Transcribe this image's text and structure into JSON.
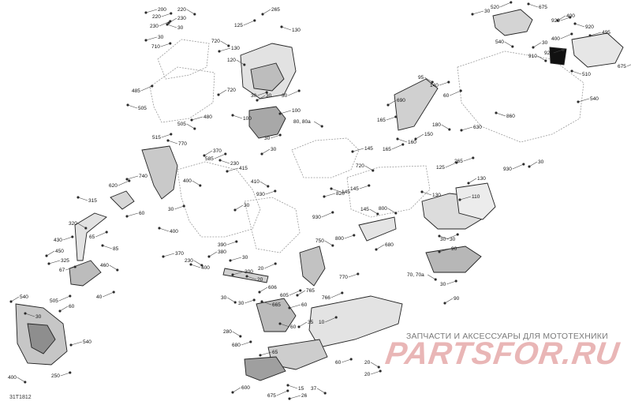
{
  "diagram": {
    "code": "31T1812",
    "watermark_caption": "ЗАПЧАСТИ И АКСЕССУАРЫ ДЛЯ МОТОТЕХНИКИ",
    "watermark_brand": "PARTSFOR.RU",
    "callouts": [
      {
        "label": "200"
      },
      {
        "label": "220"
      },
      {
        "label": "220"
      },
      {
        "label": "230"
      },
      {
        "label": "230"
      },
      {
        "label": "30"
      },
      {
        "label": "30"
      },
      {
        "label": "720"
      },
      {
        "label": "710"
      },
      {
        "label": "720"
      },
      {
        "label": "485"
      },
      {
        "label": "505"
      },
      {
        "label": "480"
      },
      {
        "label": "505"
      },
      {
        "label": "515"
      },
      {
        "label": "265"
      },
      {
        "label": "125"
      },
      {
        "label": "130"
      },
      {
        "label": "130"
      },
      {
        "label": "120"
      },
      {
        "label": "30"
      },
      {
        "label": "30"
      },
      {
        "label": "30"
      },
      {
        "label": "100"
      },
      {
        "label": "100"
      },
      {
        "label": "80, 80a"
      },
      {
        "label": "30"
      },
      {
        "label": "30"
      },
      {
        "label": "520"
      },
      {
        "label": "675"
      },
      {
        "label": "30"
      },
      {
        "label": "540"
      },
      {
        "label": "920"
      },
      {
        "label": "400"
      },
      {
        "label": "400"
      },
      {
        "label": "920"
      },
      {
        "label": "495"
      },
      {
        "label": "910"
      },
      {
        "label": "920"
      },
      {
        "label": "30"
      },
      {
        "label": "675"
      },
      {
        "label": "510"
      },
      {
        "label": "540"
      },
      {
        "label": "95"
      },
      {
        "label": "140"
      },
      {
        "label": "690"
      },
      {
        "label": "60"
      },
      {
        "label": "860"
      },
      {
        "label": "630"
      },
      {
        "label": "180"
      },
      {
        "label": "165"
      },
      {
        "label": "150"
      },
      {
        "label": "165"
      },
      {
        "label": "160"
      },
      {
        "label": "145"
      },
      {
        "label": "720"
      },
      {
        "label": "145"
      },
      {
        "label": "30"
      },
      {
        "label": "930"
      },
      {
        "label": "770"
      },
      {
        "label": "740"
      },
      {
        "label": "400"
      },
      {
        "label": "30"
      },
      {
        "label": "370"
      },
      {
        "label": "585"
      },
      {
        "label": "230"
      },
      {
        "label": "415"
      },
      {
        "label": "410"
      },
      {
        "label": "930"
      },
      {
        "label": "30"
      },
      {
        "label": "930"
      },
      {
        "label": "145"
      },
      {
        "label": "820"
      },
      {
        "label": "145"
      },
      {
        "label": "265"
      },
      {
        "label": "130"
      },
      {
        "label": "125"
      },
      {
        "label": "130"
      },
      {
        "label": "110"
      },
      {
        "label": "800"
      },
      {
        "label": "800"
      },
      {
        "label": "680"
      },
      {
        "label": "30"
      },
      {
        "label": "30"
      },
      {
        "label": "90"
      },
      {
        "label": "70, 70a"
      },
      {
        "label": "30"
      },
      {
        "label": "90"
      },
      {
        "label": "620"
      },
      {
        "label": "315"
      },
      {
        "label": "60"
      },
      {
        "label": "320"
      },
      {
        "label": "430"
      },
      {
        "label": "450"
      },
      {
        "label": "65"
      },
      {
        "label": "85"
      },
      {
        "label": "325"
      },
      {
        "label": "460"
      },
      {
        "label": "67"
      },
      {
        "label": "60"
      },
      {
        "label": "40"
      },
      {
        "label": "400"
      },
      {
        "label": "370"
      },
      {
        "label": "230"
      },
      {
        "label": "390"
      },
      {
        "label": "380"
      },
      {
        "label": "20"
      },
      {
        "label": "400"
      },
      {
        "label": "30"
      },
      {
        "label": "750"
      },
      {
        "label": "770"
      },
      {
        "label": "765"
      },
      {
        "label": "766"
      },
      {
        "label": "20"
      },
      {
        "label": "300"
      },
      {
        "label": "30"
      },
      {
        "label": "30"
      },
      {
        "label": "606"
      },
      {
        "label": "605"
      },
      {
        "label": "665"
      },
      {
        "label": "60"
      },
      {
        "label": "280"
      },
      {
        "label": "680"
      },
      {
        "label": "35"
      },
      {
        "label": "10"
      },
      {
        "label": "60"
      },
      {
        "label": "65"
      },
      {
        "label": "20"
      },
      {
        "label": "60"
      },
      {
        "label": "600"
      },
      {
        "label": "675"
      },
      {
        "label": "15"
      },
      {
        "label": "26"
      },
      {
        "label": "37"
      },
      {
        "label": "20"
      },
      {
        "label": "540"
      },
      {
        "label": "505"
      },
      {
        "label": "30"
      },
      {
        "label": "540"
      },
      {
        "label": "400"
      },
      {
        "label": "250"
      }
    ]
  }
}
